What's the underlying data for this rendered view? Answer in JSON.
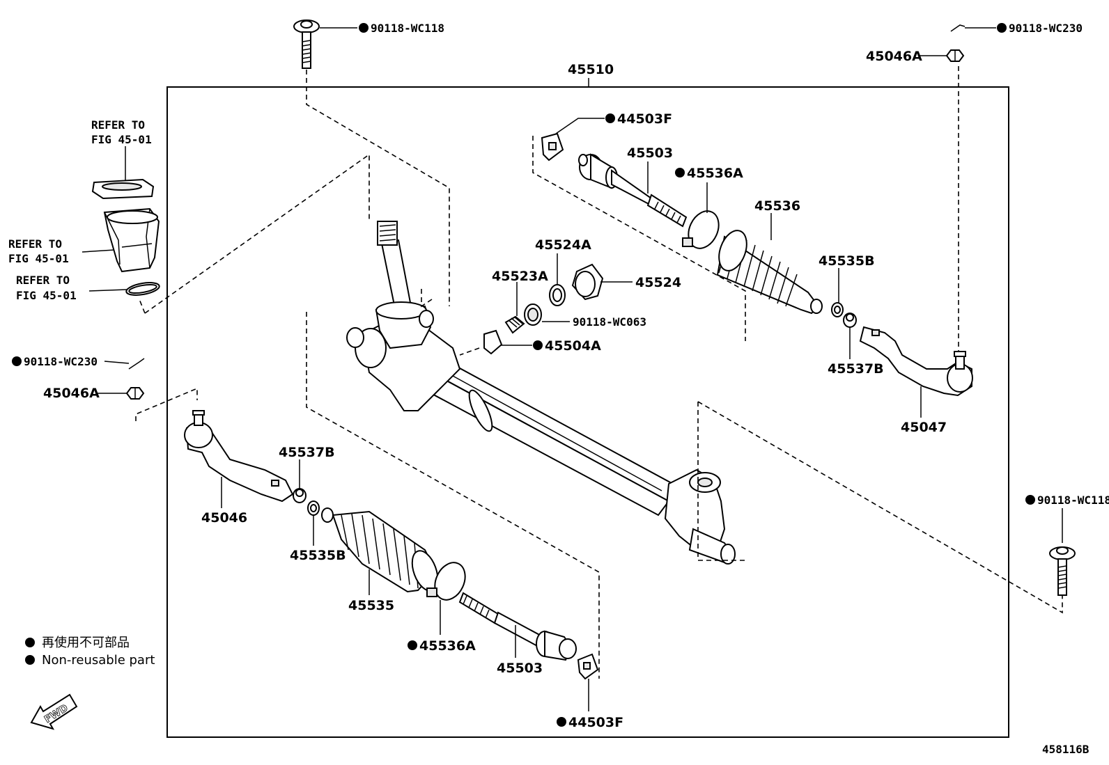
{
  "title_part": "45510",
  "diagram_code": "458116B",
  "labels": {
    "bolt_top": "90118-WC118",
    "pin_top_right": "90118-WC230",
    "nut_top_right": "45046A",
    "bracket_top": "44503F",
    "rod_top": "45503",
    "clamp_top": "45536A",
    "boot_top": "45536",
    "ring_top": "45535B",
    "seat_top": "45537B",
    "tie_end_right": "45047",
    "ring_45524a": "45524A",
    "cap_45524": "45524",
    "spring_45523a": "45523A",
    "bushing": "90118-WC063",
    "guide_45504a": "45504A",
    "refer1_l1": "REFER TO",
    "refer1_l2": "FIG 45-01",
    "refer2_l1": "REFER TO",
    "refer2_l2": "FIG 45-01",
    "refer3_l1": "REFER TO",
    "refer3_l2": "FIG 45-01",
    "pin_left": "90118-WC230",
    "nut_left": "45046A",
    "tie_end_left": "45046",
    "seat_bottom": "45537B",
    "ring_bottom": "45535B",
    "boot_bottom": "45535",
    "clamp_bottom": "45536A",
    "rod_bottom": "45503",
    "bracket_bottom": "44503F",
    "bolt_right": "90118-WC118"
  },
  "legend": {
    "line1": "再使用不可部品",
    "line2": "Non-reusable part"
  },
  "fwd": "FWD"
}
